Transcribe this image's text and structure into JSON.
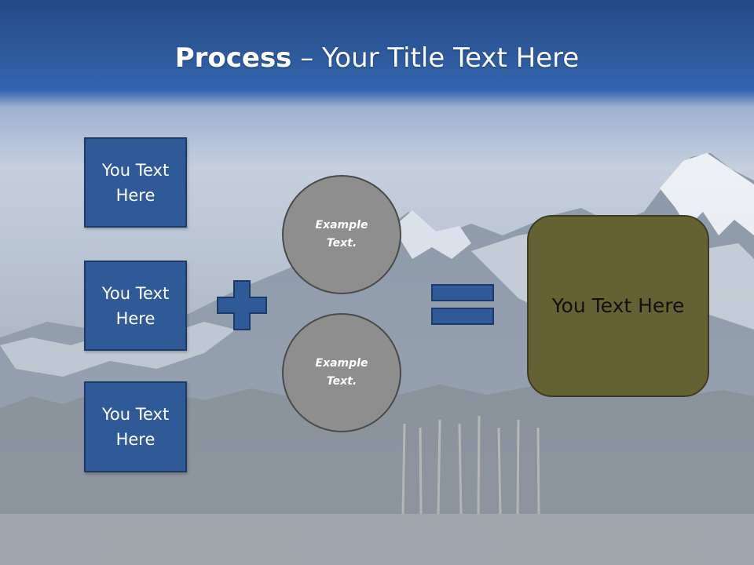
{
  "slide": {
    "title_bold": "Process",
    "title_rest": " – Your Title Text Here",
    "left_boxes": [
      {
        "label": "You Text Here"
      },
      {
        "label": "You Text Here"
      },
      {
        "label": "You Text Here"
      }
    ],
    "circles": [
      {
        "label": "Example Text."
      },
      {
        "label": "Example Text."
      }
    ],
    "result_box": {
      "label": "You Text Here"
    }
  },
  "colors": {
    "title_bar_top": "#254a84",
    "title_bar_bottom": "#3565b0",
    "box_fill": "#2f5a97",
    "circle_fill": "#8e8e8e",
    "result_fill": "#646133"
  },
  "icons": {
    "plus": "plus-icon",
    "equals": "equals-icon"
  }
}
